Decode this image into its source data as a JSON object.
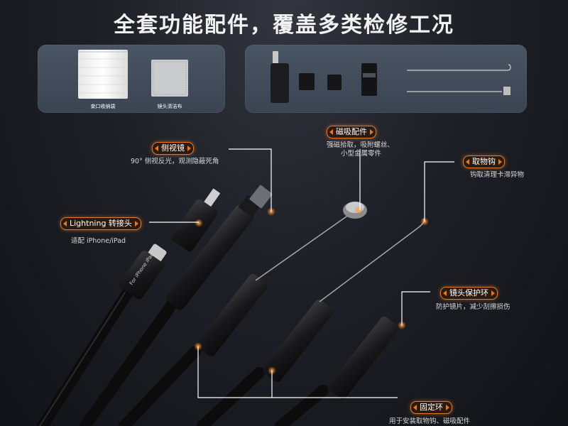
{
  "header": {
    "title": "全套功能配件，覆盖多类检修工况"
  },
  "panel_left": {
    "bag_label": "束口收纳袋",
    "cloth_label": "镜头清洁布"
  },
  "callouts": {
    "side_mirror": {
      "title": "侧视镜",
      "desc": "90° 侧视反光，观测隐蔽死角"
    },
    "magnet": {
      "title": "磁吸配件",
      "desc_line1": "强磁拾取，吸附螺丝、",
      "desc_line2": "小型金属零件"
    },
    "hook": {
      "title": "取物钩",
      "desc": "钩取清理卡滞异物"
    },
    "lightning": {
      "title": "Lightning 转接头",
      "desc": "适配 iPhone/iPad"
    },
    "lens_ring": {
      "title": "镜头保护环",
      "desc": "防护镜片，减少刮擦损伤"
    },
    "fixing_ring": {
      "title": "固定环",
      "desc": "用于安装取物钩、磁吸配件"
    }
  },
  "product": {
    "cable_print": "For iPhone iPad"
  },
  "colors": {
    "accent": "#e07a2a",
    "panel": "#414b59",
    "background": "#1b1d23"
  }
}
